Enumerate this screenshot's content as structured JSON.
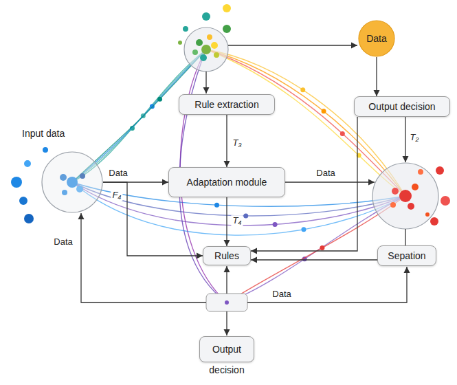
{
  "diagram": {
    "nodes": [
      {
        "text": [
          "Data"
        ]
      },
      {
        "text": [
          "Rule extraction"
        ]
      },
      {
        "text": [
          "Output decision"
        ]
      },
      {
        "text": [
          "Input data"
        ]
      },
      {
        "text": [
          "Adaptation module"
        ]
      },
      {
        "text": [
          "Sepation"
        ]
      },
      {
        "text": [
          "Rules"
        ]
      },
      {
        "text": [
          "Output",
          "decision"
        ]
      }
    ],
    "edges": [
      {
        "from": 3,
        "to": 4,
        "label": "Data",
        "arrow": "to"
      },
      {
        "from": 3,
        "to": 6,
        "arrow": "to"
      },
      {
        "from": 1,
        "to": 4,
        "label": "T₃",
        "arrow": "to"
      },
      {
        "from": 4,
        "to": 6,
        "label": "T₄",
        "arrow": "to"
      },
      {
        "from": 0,
        "to": 2,
        "arrow": "to"
      },
      {
        "from": 5,
        "to": 6,
        "arrow": "to"
      },
      {
        "from": 2,
        "to": 6,
        "arrow": "to"
      }
    ],
    "labels": [
      "F₄",
      "Data",
      "T₂",
      "Data",
      "Data"
    ]
  }
}
